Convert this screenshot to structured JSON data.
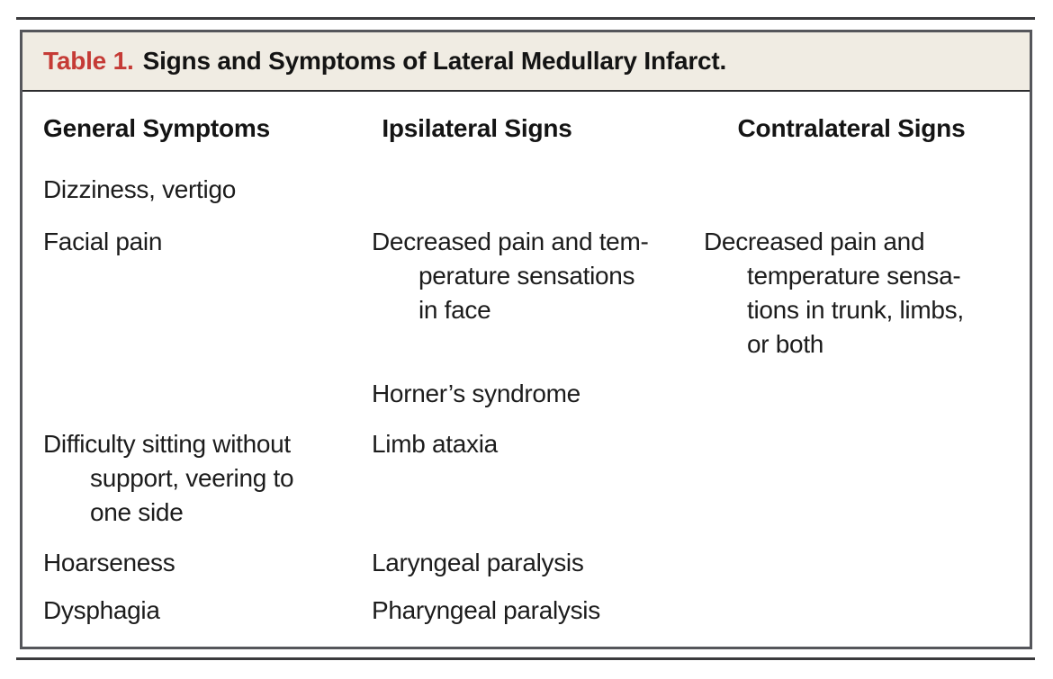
{
  "table": {
    "label": "Table 1.",
    "title": "Signs and Symptoms of Lateral Medullary Infarct.",
    "columns": [
      "General Symptoms",
      "Ipsilateral Signs",
      "Contralateral Signs"
    ],
    "rows": [
      {
        "general": [
          "Dizziness, vertigo"
        ],
        "ipsilateral": [],
        "contralateral": []
      },
      {
        "general": [
          "Facial pain"
        ],
        "ipsilateral": [
          "Decreased pain and tem-",
          "perature sensations",
          "in face"
        ],
        "contralateral": [
          "Decreased pain and",
          "temperature sensa-",
          "tions in trunk, limbs,",
          "or both"
        ]
      },
      {
        "general": [],
        "ipsilateral": [
          "Horner’s syndrome"
        ],
        "contralateral": []
      },
      {
        "general": [
          "Difficulty sitting without",
          "support, veering to",
          "one side"
        ],
        "ipsilateral": [
          "Limb ataxia"
        ],
        "contralateral": []
      },
      {
        "general": [
          "Hoarseness"
        ],
        "ipsilateral": [
          "Laryngeal paralysis"
        ],
        "contralateral": []
      },
      {
        "general": [
          "Dysphagia"
        ],
        "ipsilateral": [
          "Pharyngeal paralysis"
        ],
        "contralateral": []
      }
    ],
    "colors": {
      "accent_red": "#c53b36",
      "band_background": "#f0ece3",
      "border_gray": "#55565b",
      "rule_gray": "#3a3a3c",
      "text": "#1c1c1c"
    }
  }
}
